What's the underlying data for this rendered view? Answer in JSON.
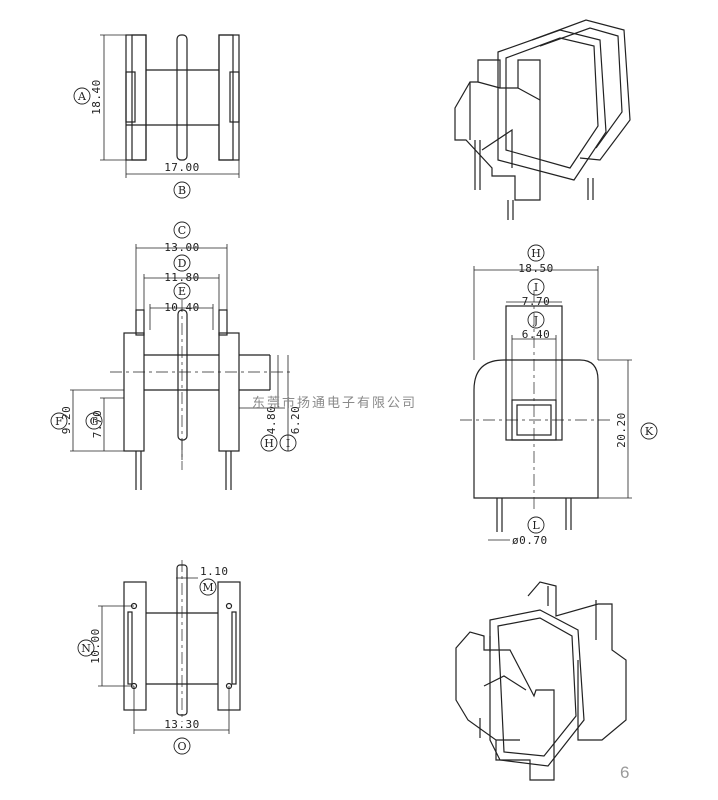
{
  "dimensions": {
    "A": "18.40",
    "B": "17.00",
    "C": "13.00",
    "D": "11.80",
    "E": "10.40",
    "F": "9.20",
    "G": "7.70",
    "H": "4.80",
    "I": "6.20",
    "H2": "18.50",
    "I2": "7.70",
    "J": "6.40",
    "K": "20.20",
    "L": "ø0.70",
    "M": "1.10",
    "N": "10.00",
    "O": "13.30"
  },
  "letters": {
    "A": "A",
    "B": "B",
    "C": "C",
    "D": "D",
    "E": "E",
    "F": "F",
    "G": "G",
    "H": "H",
    "I": "I",
    "H2": "H",
    "I2": "I",
    "J": "J",
    "K": "K",
    "L": "L",
    "M": "M",
    "N": "N",
    "O": "O"
  },
  "watermark": "东莞市扬通电子有限公司",
  "page_number": "6"
}
